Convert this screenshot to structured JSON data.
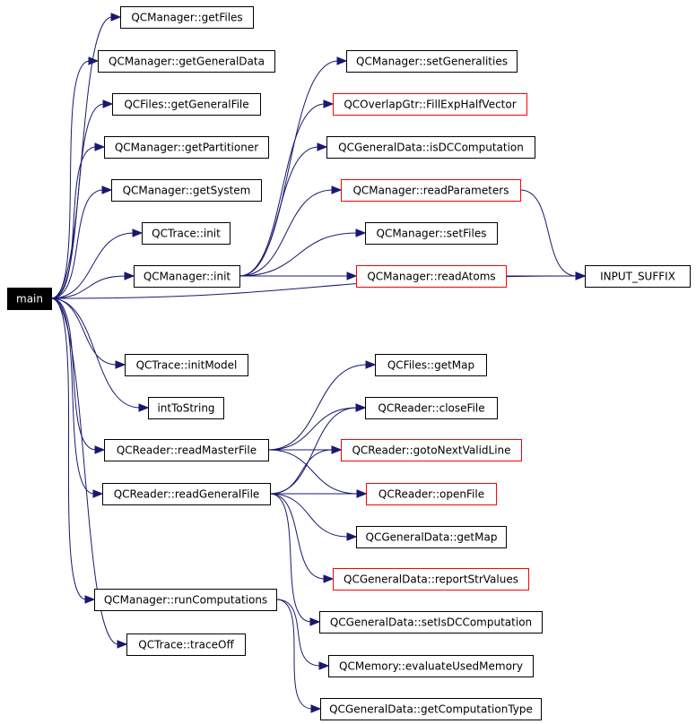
{
  "graph": {
    "edge_color": "#191970",
    "nodes": {
      "main": {
        "label": "main",
        "style": "root"
      },
      "getFiles": {
        "label": "QCManager::getFiles",
        "style": "normal"
      },
      "getGeneralData": {
        "label": "QCManager::getGeneralData",
        "style": "normal"
      },
      "getGeneralFile": {
        "label": "QCFiles::getGeneralFile",
        "style": "normal"
      },
      "getPartitioner": {
        "label": "QCManager::getPartitioner",
        "style": "normal"
      },
      "getSystem": {
        "label": "QCManager::getSystem",
        "style": "normal"
      },
      "traceInit": {
        "label": "QCTrace::init",
        "style": "normal"
      },
      "managerInit": {
        "label": "QCManager::init",
        "style": "normal"
      },
      "initModel": {
        "label": "QCTrace::initModel",
        "style": "normal"
      },
      "intToString": {
        "label": "intToString",
        "style": "normal"
      },
      "readMasterFile": {
        "label": "QCReader::readMasterFile",
        "style": "normal"
      },
      "readGeneralFile": {
        "label": "QCReader::readGeneralFile",
        "style": "normal"
      },
      "runComputations": {
        "label": "QCManager::runComputations",
        "style": "normal"
      },
      "traceOff": {
        "label": "QCTrace::traceOff",
        "style": "normal"
      },
      "setGeneralities": {
        "label": "QCManager::setGeneralities",
        "style": "normal"
      },
      "fillExpHalfVector": {
        "label": "QCOverlapGtr::FillExpHalfVector",
        "style": "red"
      },
      "isDCComputation": {
        "label": "QCGeneralData::isDCComputation",
        "style": "normal"
      },
      "readParameters": {
        "label": "QCManager::readParameters",
        "style": "red"
      },
      "setFiles": {
        "label": "QCManager::setFiles",
        "style": "normal"
      },
      "readAtoms": {
        "label": "QCManager::readAtoms",
        "style": "red"
      },
      "inputSuffix": {
        "label": "INPUT_SUFFIX",
        "style": "normal"
      },
      "filesGetMap": {
        "label": "QCFiles::getMap",
        "style": "normal"
      },
      "closeFile": {
        "label": "QCReader::closeFile",
        "style": "normal"
      },
      "gotoNextValidLine": {
        "label": "QCReader::gotoNextValidLine",
        "style": "red"
      },
      "openFile": {
        "label": "QCReader::openFile",
        "style": "red"
      },
      "gdGetMap": {
        "label": "QCGeneralData::getMap",
        "style": "normal"
      },
      "reportStrValues": {
        "label": "QCGeneralData::reportStrValues",
        "style": "red"
      },
      "setIsDCComputation": {
        "label": "QCGeneralData::setIsDCComputation",
        "style": "normal"
      },
      "evaluateUsedMemory": {
        "label": "QCMemory::evaluateUsedMemory",
        "style": "normal"
      },
      "getComputationType": {
        "label": "QCGeneralData::getComputationType",
        "style": "normal"
      }
    },
    "edges": [
      [
        "main",
        "getFiles"
      ],
      [
        "main",
        "getGeneralData"
      ],
      [
        "main",
        "getGeneralFile"
      ],
      [
        "main",
        "getPartitioner"
      ],
      [
        "main",
        "getSystem"
      ],
      [
        "main",
        "traceInit"
      ],
      [
        "main",
        "managerInit"
      ],
      [
        "main",
        "inputSuffix"
      ],
      [
        "main",
        "initModel"
      ],
      [
        "main",
        "intToString"
      ],
      [
        "main",
        "readMasterFile"
      ],
      [
        "main",
        "readGeneralFile"
      ],
      [
        "main",
        "runComputations"
      ],
      [
        "main",
        "traceOff"
      ],
      [
        "managerInit",
        "setGeneralities"
      ],
      [
        "managerInit",
        "fillExpHalfVector"
      ],
      [
        "managerInit",
        "isDCComputation"
      ],
      [
        "managerInit",
        "readParameters"
      ],
      [
        "managerInit",
        "setFiles"
      ],
      [
        "managerInit",
        "readAtoms"
      ],
      [
        "readParameters",
        "inputSuffix"
      ],
      [
        "readAtoms",
        "inputSuffix"
      ],
      [
        "readMasterFile",
        "filesGetMap"
      ],
      [
        "readMasterFile",
        "closeFile"
      ],
      [
        "readMasterFile",
        "gotoNextValidLine"
      ],
      [
        "readMasterFile",
        "openFile"
      ],
      [
        "readGeneralFile",
        "closeFile"
      ],
      [
        "readGeneralFile",
        "gotoNextValidLine"
      ],
      [
        "readGeneralFile",
        "openFile"
      ],
      [
        "readGeneralFile",
        "gdGetMap"
      ],
      [
        "readGeneralFile",
        "reportStrValues"
      ],
      [
        "readGeneralFile",
        "setIsDCComputation"
      ],
      [
        "runComputations",
        "evaluateUsedMemory"
      ],
      [
        "runComputations",
        "getComputationType"
      ]
    ]
  }
}
